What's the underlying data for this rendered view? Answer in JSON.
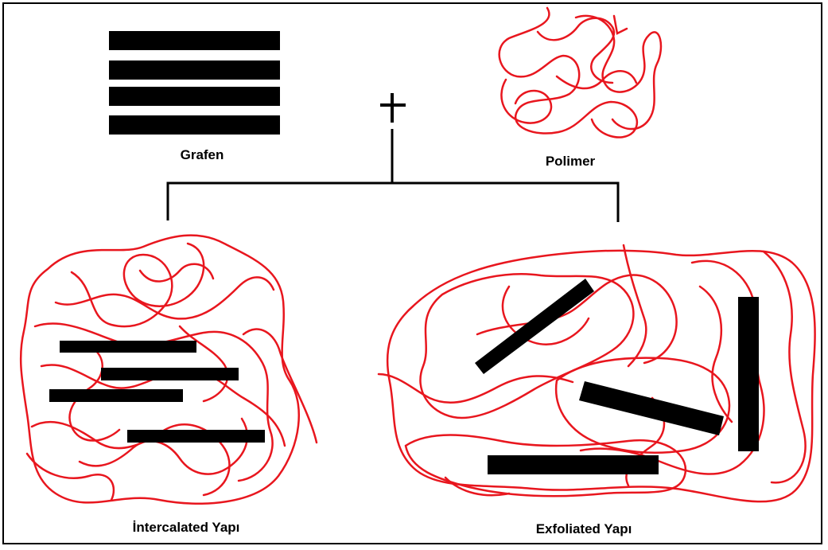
{
  "labels": {
    "graphene": "Grafen",
    "polymer": "Polimer",
    "plus": "+",
    "intercalated": "İntercalated Yapı",
    "exfoliated": "Exfoliated Yapı"
  },
  "colors": {
    "polymer_chain": "#e8161e",
    "sheet": "#000000",
    "background": "#ffffff"
  }
}
